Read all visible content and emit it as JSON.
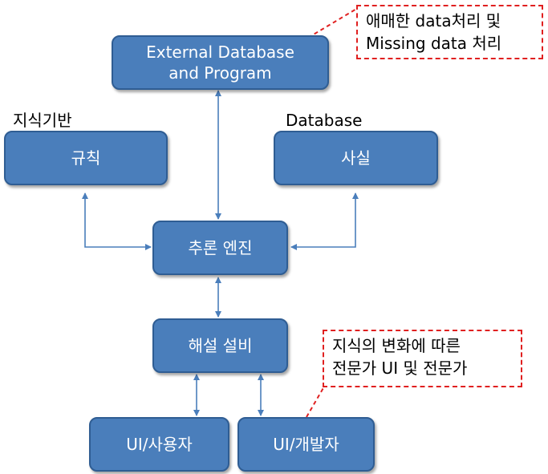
{
  "boxes": {
    "external": {
      "line1": "External Database",
      "line2": "and Program"
    },
    "rules": "규칙",
    "facts": "사실",
    "engine": "추론 엔진",
    "explain": "해설 설비",
    "ui_user": "UI/사용자",
    "ui_dev": "UI/개발자"
  },
  "labels": {
    "knowledge_base": "지식기반",
    "database": "Database"
  },
  "notes": {
    "top": {
      "line1": "애매한 data처리 및",
      "line2": "Missing data 처리"
    },
    "right": {
      "line1": "지식의 변화에 따른",
      "line2": "전문가 UI 및 전문가"
    }
  },
  "colors": {
    "box_fill": "#4a7ebb",
    "box_border": "#2f5d93",
    "connector": "#4a7ebb",
    "note_border": "#e02020"
  }
}
